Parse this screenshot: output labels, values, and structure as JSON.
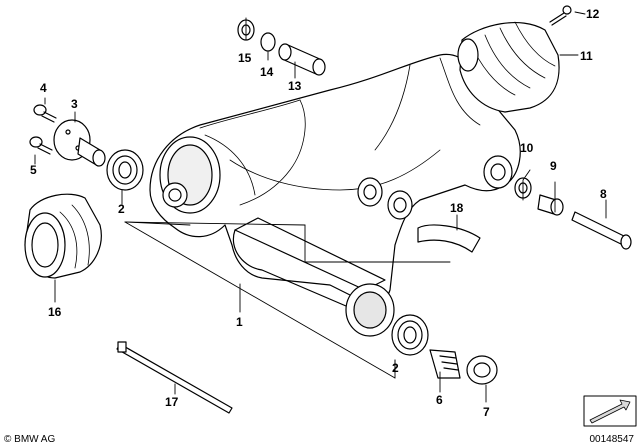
{
  "callouts": {
    "c1": "1",
    "c2a": "2",
    "c2b": "2",
    "c3": "3",
    "c4": "4",
    "c5": "5",
    "c6": "6",
    "c7": "7",
    "c8": "8",
    "c9": "9",
    "c10": "10",
    "c11": "11",
    "c12": "12",
    "c13": "13",
    "c14": "14",
    "c15": "15",
    "c16": "16",
    "c17": "17",
    "c18": "18"
  },
  "footer": {
    "copyright": "© BMW AG",
    "diagram_id": "00148547"
  },
  "colors": {
    "line": "#000000",
    "background": "#ffffff",
    "shade": "#d9d9d9"
  }
}
